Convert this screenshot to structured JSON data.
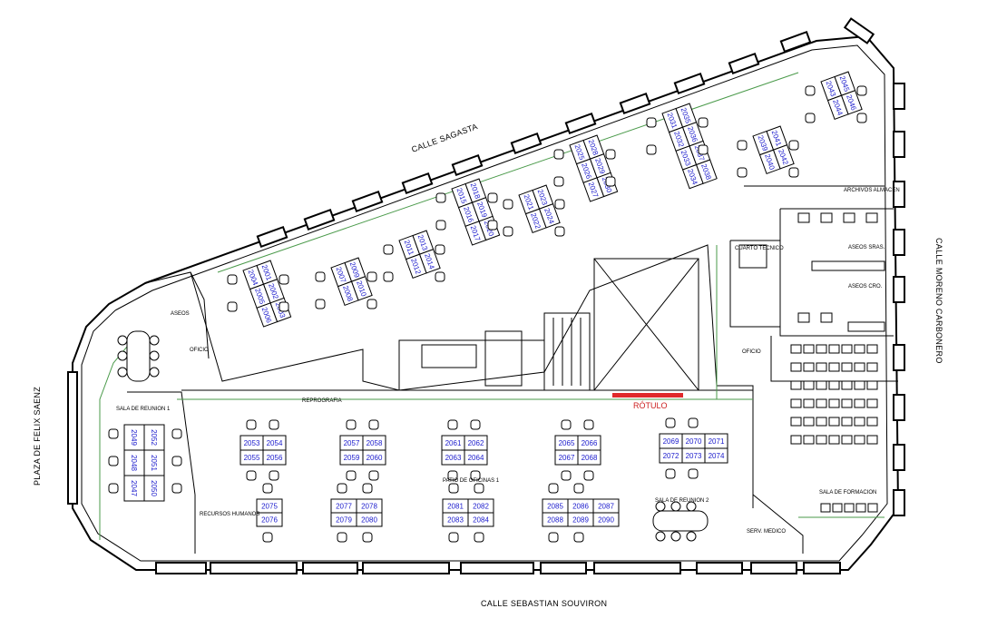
{
  "streets": {
    "north": "CALLE SAGASTA",
    "east": "CALLE MORENO CARBONERO",
    "south": "CALLE SEBASTIAN SOUVIRON",
    "west": "PLAZA DE FELIX SAENZ"
  },
  "rooms": {
    "aseos_w": "ASEOS",
    "oficio_w": "OFICIO",
    "sala_reunion_1": "SALA DE REUNION 1",
    "reprografia": "REPROGRAFIA",
    "recursos_humanos": "RECURSOS HUMANOS",
    "patio": "PATIO DE OFICINAS 1",
    "sala_reunion_2": "SALA DE REUNION 2",
    "serv_medico": "SERV. MEDICO",
    "sala_formacion": "SALA DE FORMACION",
    "oficio_e": "OFICIO",
    "cuarto_tecnico": "CUARTO TECNICO",
    "aseos_sras": "ASEOS SRAS.",
    "aseos_cro": "ASEOS CRO.",
    "archivos": "ARCHIVOS ALMACEN",
    "rotulo": "RÓTULO"
  },
  "desks": {
    "west_block": [
      "2049",
      "2052",
      "2048",
      "2051",
      "2047",
      "2050"
    ],
    "south_row1": [
      "2053",
      "2054",
      "2055",
      "2056",
      "2057",
      "2058",
      "2059",
      "2060",
      "2061",
      "2062",
      "2063",
      "2064",
      "2065",
      "2066",
      "2067",
      "2068",
      "2069",
      "2070",
      "2071",
      "2072",
      "2073",
      "2074"
    ],
    "south_row2": [
      "2075",
      "2076",
      "2077",
      "2078",
      "2079",
      "2080",
      "2081",
      "2082",
      "2083",
      "2084",
      "2085",
      "2086",
      "2087",
      "2088",
      "2089",
      "2090"
    ],
    "north_1": [
      "2004",
      "2001",
      "2005",
      "2002",
      "2006",
      "2003"
    ],
    "north_2": [
      "2007",
      "2009",
      "2008",
      "2010"
    ],
    "north_3": [
      "2011",
      "2013",
      "2012",
      "2014"
    ],
    "north_4": [
      "2015",
      "2018",
      "2016",
      "2019",
      "2017",
      "2020"
    ],
    "north_5": [
      "2021",
      "2023",
      "2022",
      "2024"
    ],
    "north_6": [
      "2025",
      "2028",
      "2026",
      "2029",
      "2027",
      "2030"
    ],
    "north_7": [
      "2031",
      "2035",
      "2032",
      "2036",
      "2033",
      "2037",
      "2034",
      "2038"
    ],
    "north_8": [
      "2039",
      "2041",
      "2040",
      "2042"
    ],
    "north_9": [
      "2043",
      "2045",
      "2044",
      "2046"
    ]
  }
}
